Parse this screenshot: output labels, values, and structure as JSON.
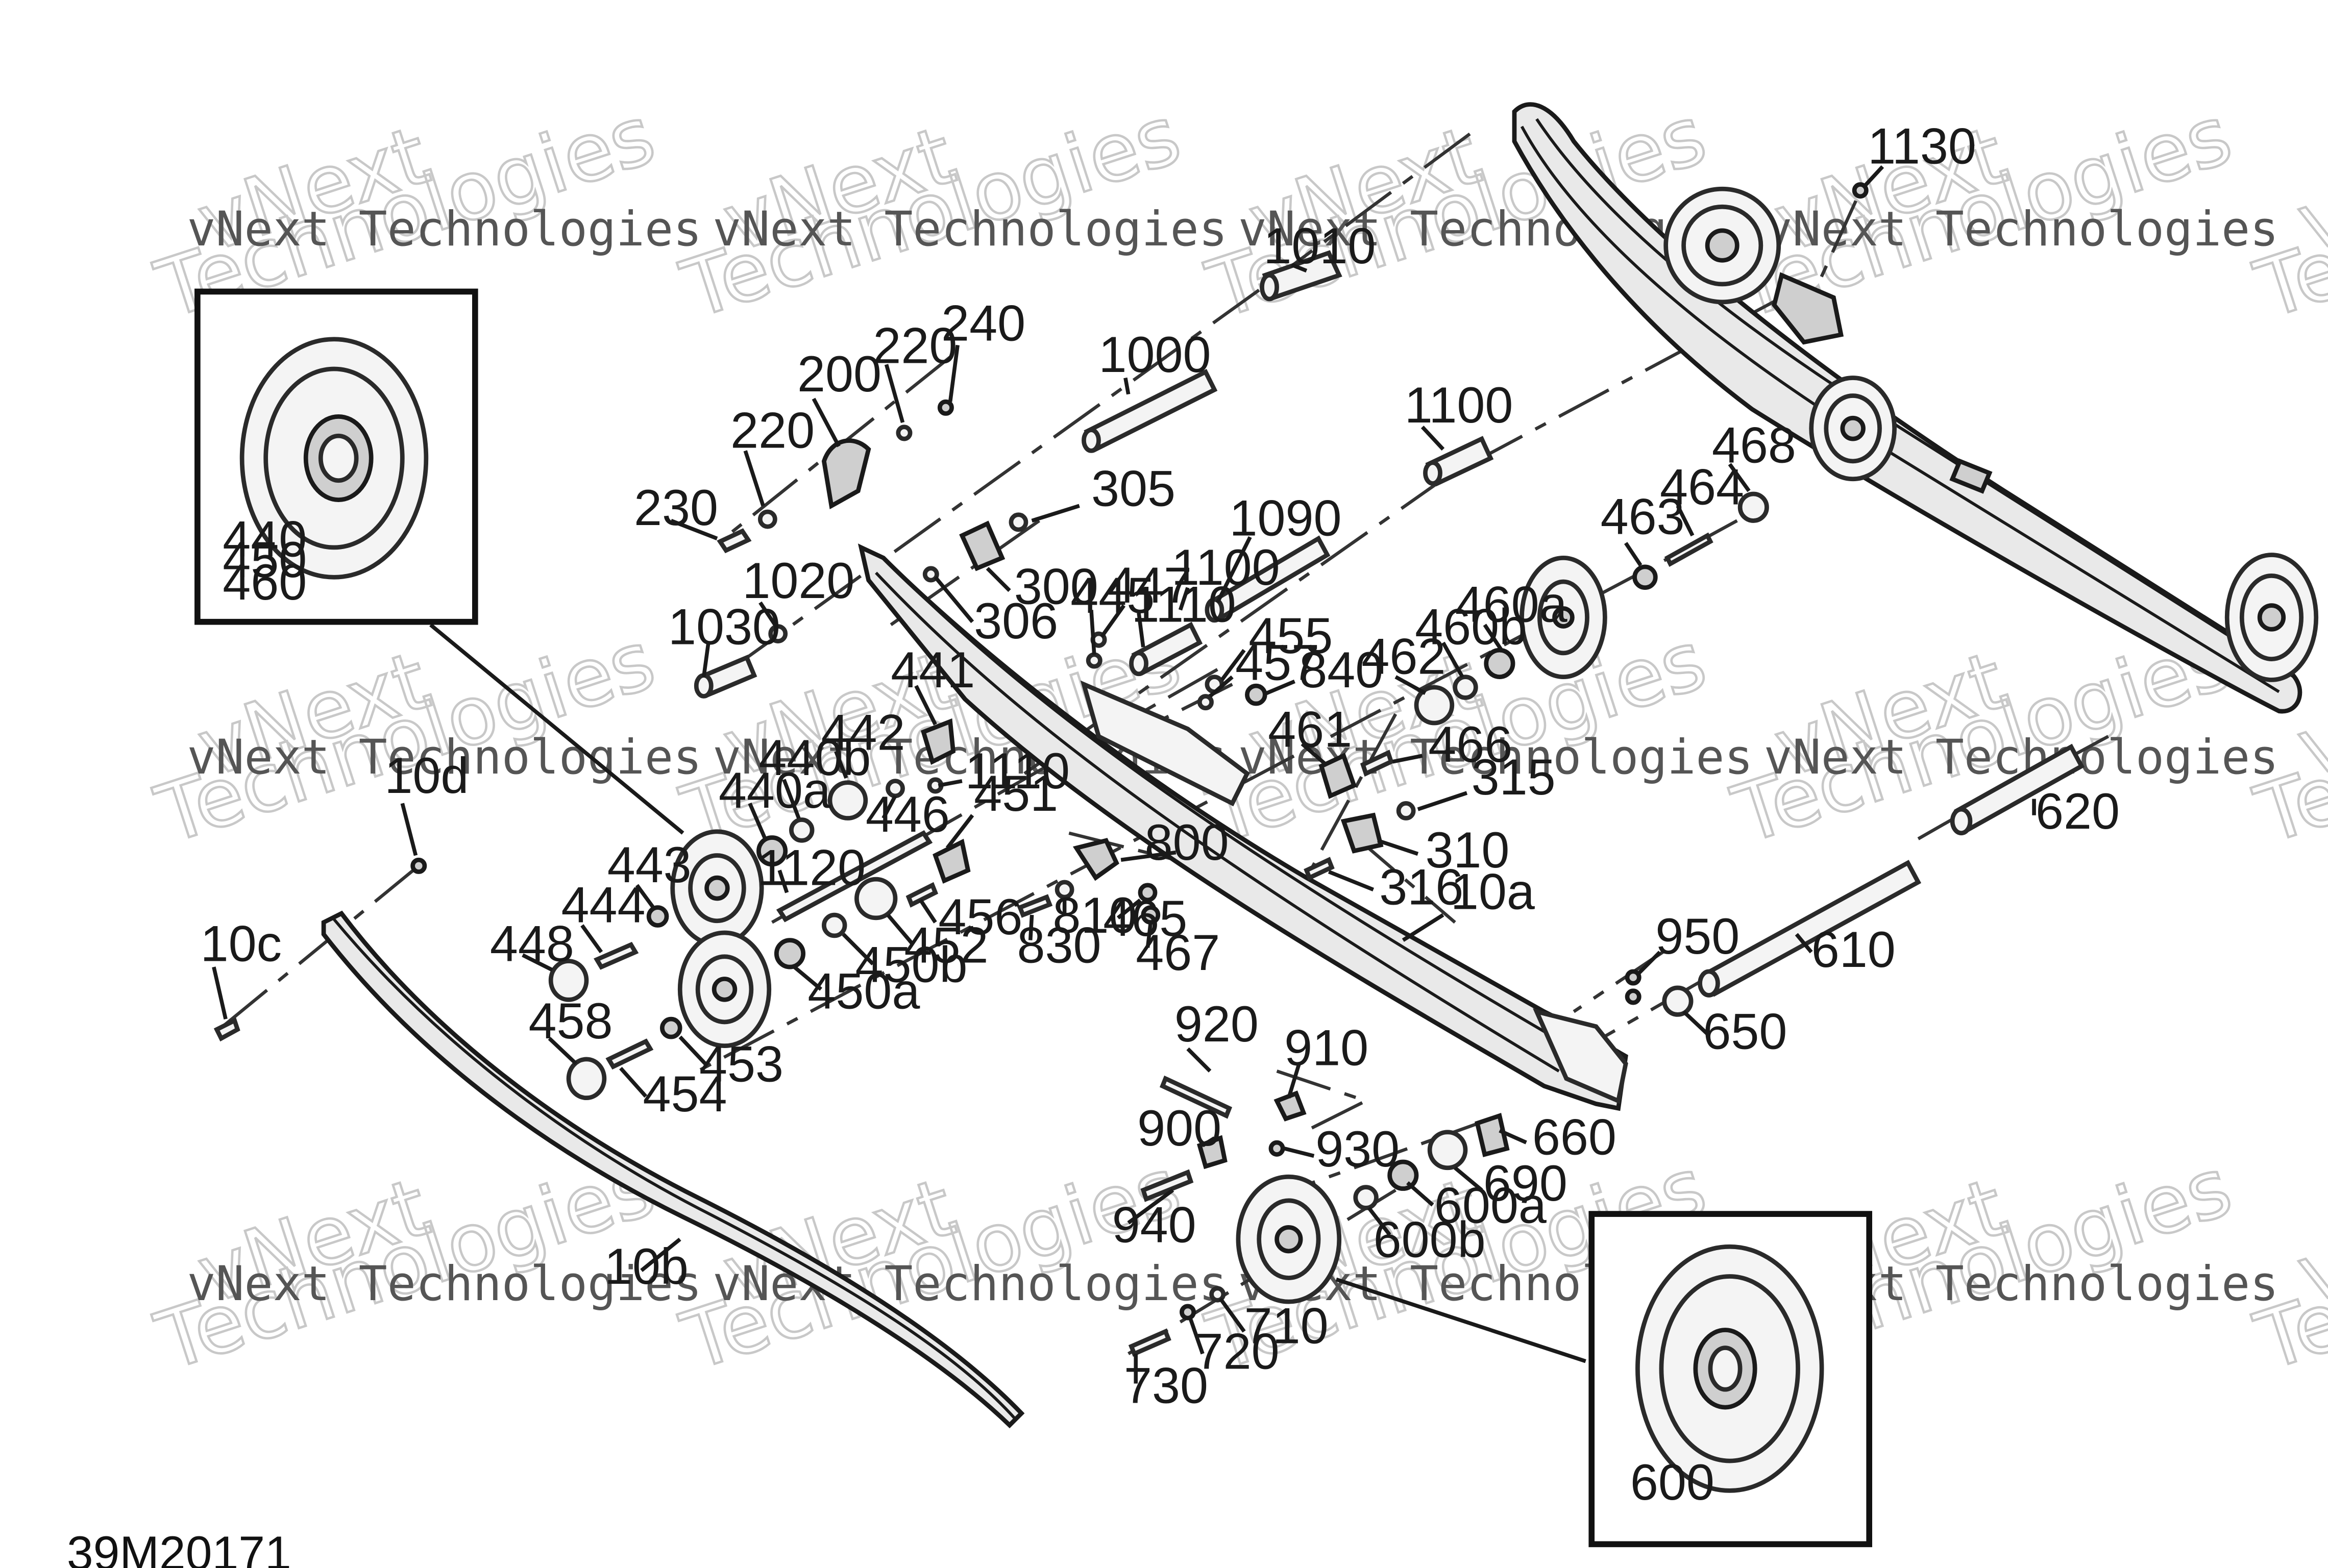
{
  "diagram_code": "39M20171",
  "watermark": {
    "line1": "vNext",
    "line2": "Technologies",
    "small": "vNext Technologies"
  },
  "labels": {
    "l1130": "1130",
    "l1010": "1010",
    "l1000": "1000",
    "l1100a": "1100",
    "l240": "240",
    "l220a": "220",
    "l200": "200",
    "l220b": "220",
    "l230": "230",
    "l305": "305",
    "l300": "300",
    "l306": "306",
    "l1020": "1020",
    "l1030": "1030",
    "l1090": "1090",
    "l1100b": "1100",
    "l1110a": "1110",
    "l447": "447",
    "l445": "445",
    "l468": "468",
    "l464": "464",
    "l463": "463",
    "l460a": "460a",
    "l460b": "460b",
    "l462": "462",
    "l455": "455",
    "l457": "457",
    "l840": "840",
    "l441": "441",
    "l442": "442",
    "l440b": "440b",
    "l440a": "440a",
    "l446": "446",
    "l1110b": "1110",
    "l451": "451",
    "l1120": "1120",
    "l443": "443",
    "l444": "444",
    "l448": "448",
    "l452": "452",
    "l450b": "450b",
    "l450a": "450a",
    "l456": "456",
    "l458": "458",
    "l453": "453",
    "l454": "454",
    "l10d": "10d",
    "l10c": "10c",
    "l10b": "10b",
    "l461": "461",
    "l466": "466",
    "l315": "315",
    "l310": "310",
    "l316": "316",
    "l800": "800",
    "l810": "810",
    "l830": "830",
    "l465": "465",
    "l467": "467",
    "l10a": "10a",
    "l620": "620",
    "l610": "610",
    "l950": "950",
    "l650": "650",
    "l920": "920",
    "l910": "910",
    "l900": "900",
    "l930": "930",
    "l940": "940",
    "l660": "660",
    "l690": "690",
    "l600a": "600a",
    "l600b": "600b",
    "l710": "710",
    "l720": "720",
    "l730": "730",
    "inset1_a": "440",
    "inset1_b": "450",
    "inset1_c": "460",
    "inset2": "600"
  }
}
